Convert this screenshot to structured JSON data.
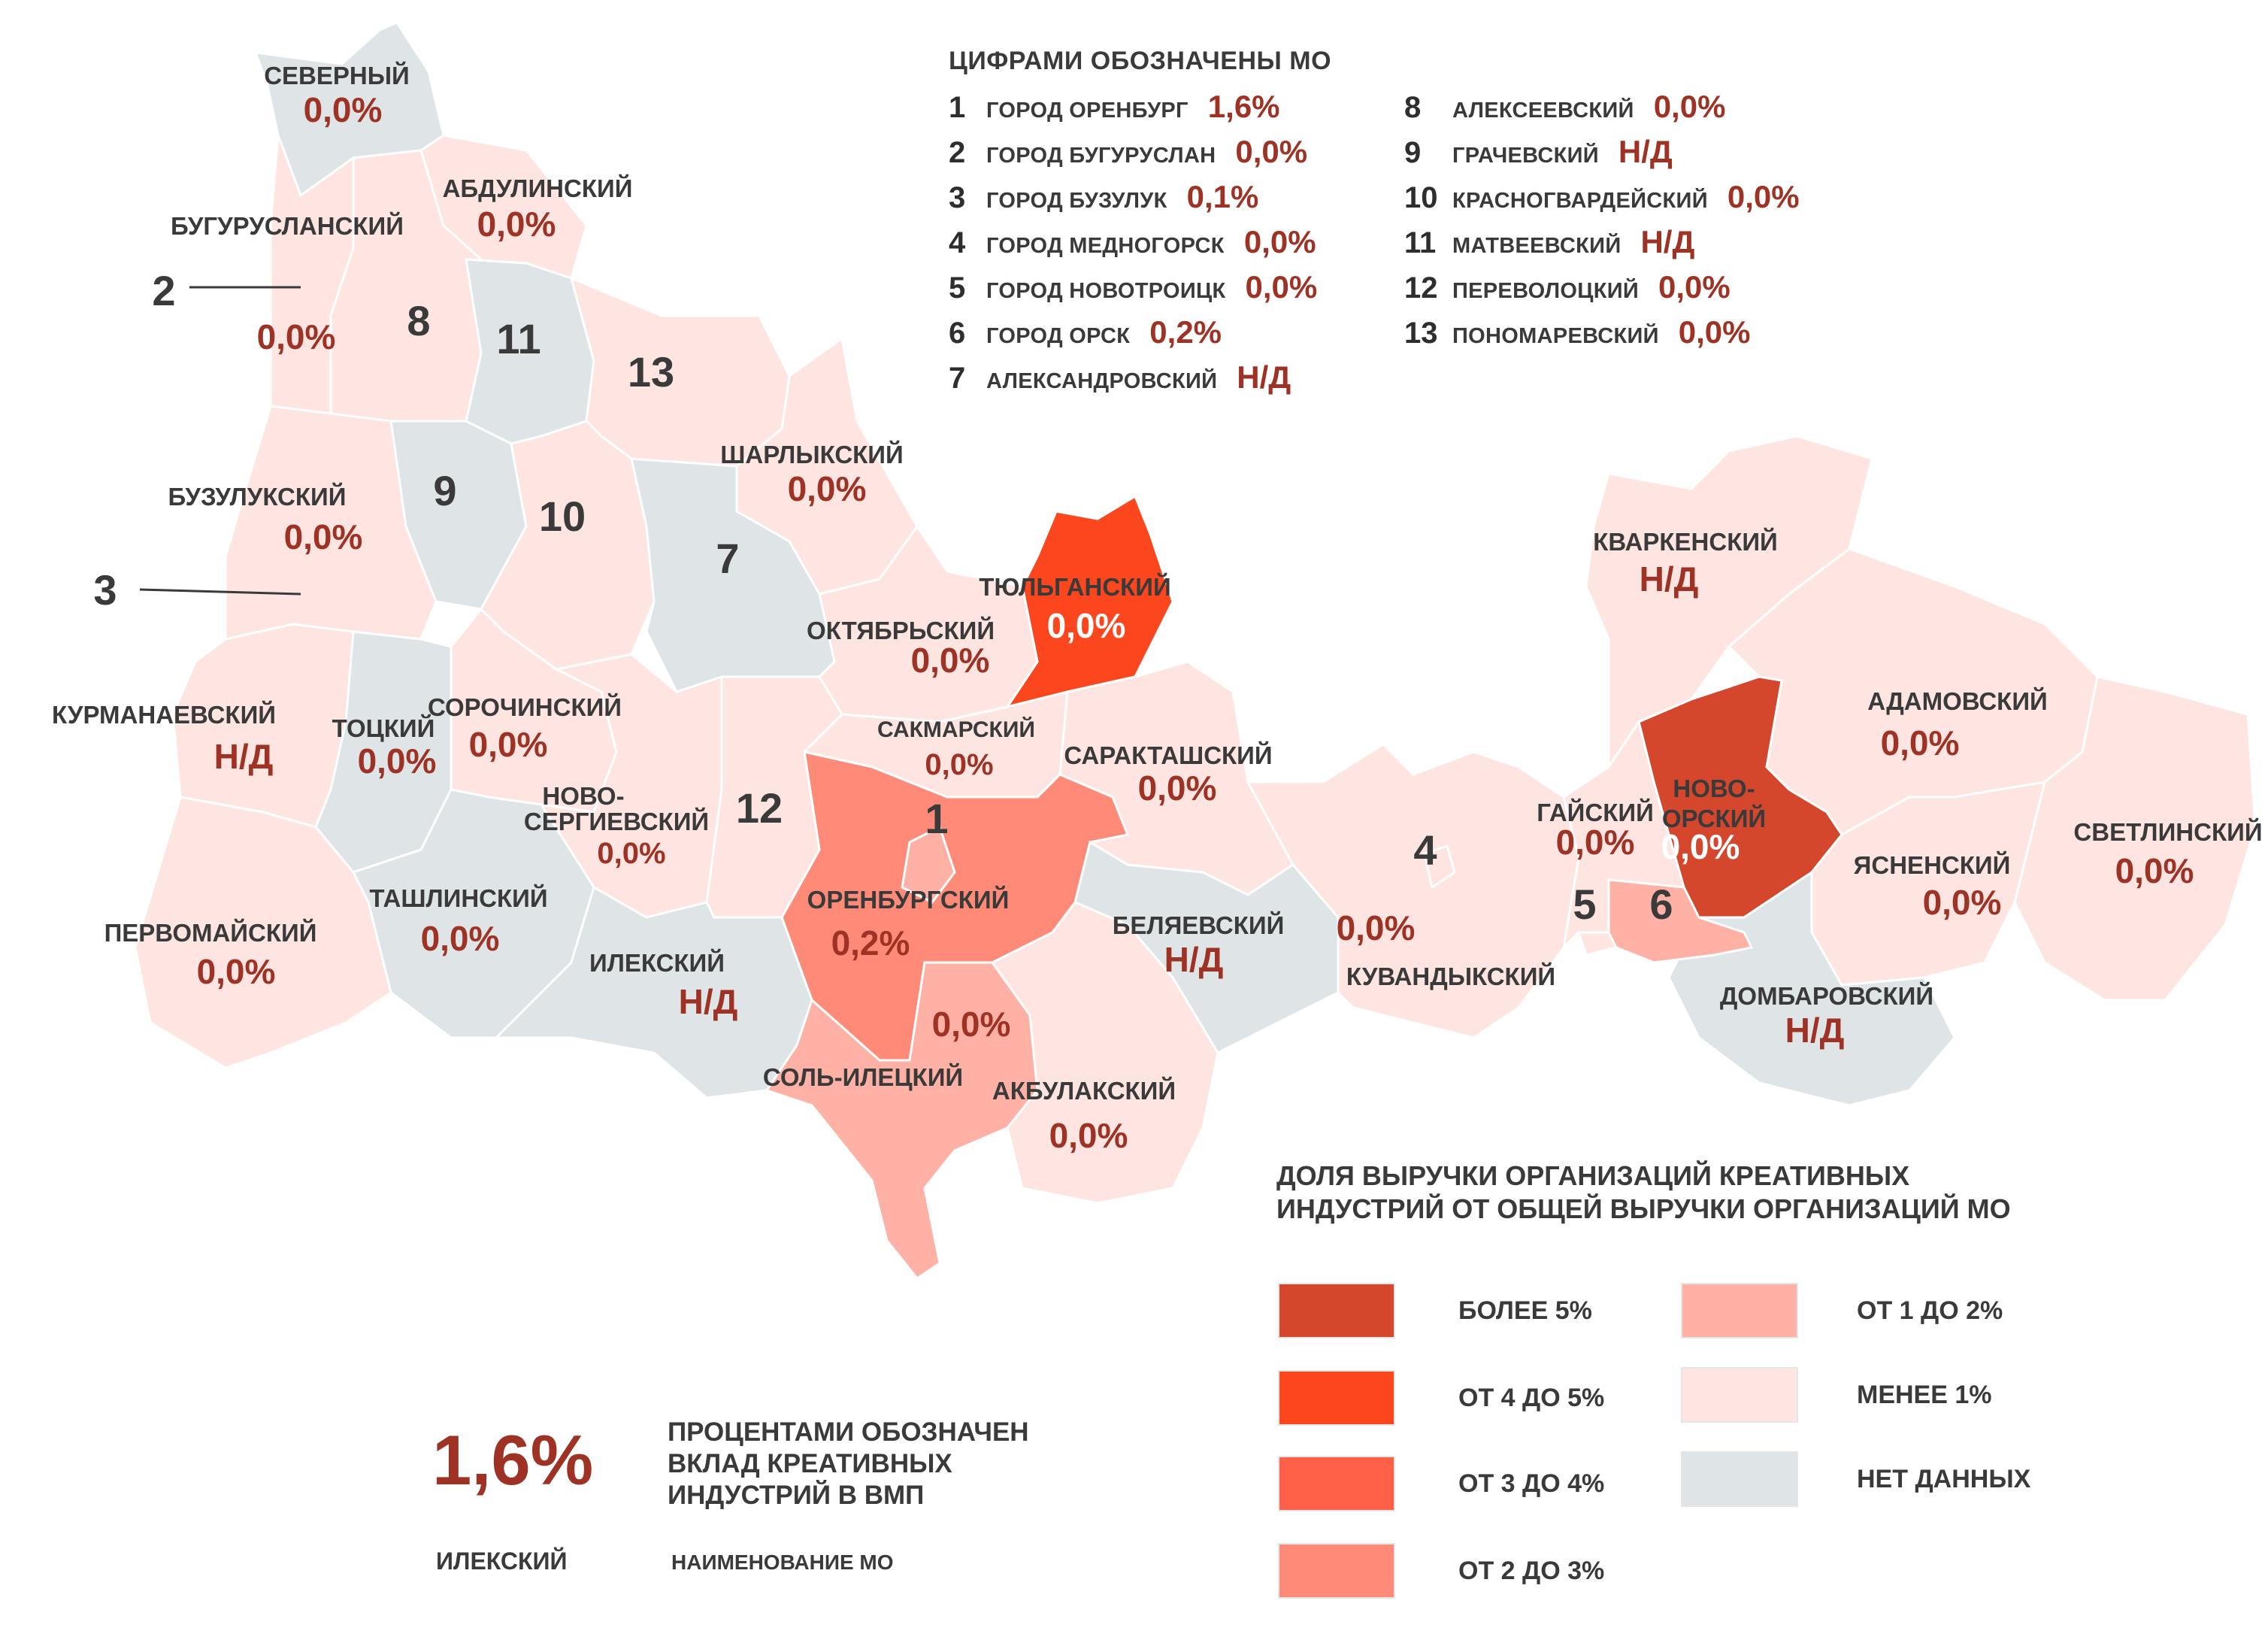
{
  "colors": {
    "more_5": "#d4472c",
    "from_4_to_5": "#fb461e",
    "from_3_to_4": "#ff6048",
    "from_2_to_3": "#ff8a78",
    "from_1_to_2": "#ffb1a6",
    "less_1": "#ffe5e2",
    "no_data": "#dfe4e6",
    "label_dark": "#3a3a3a",
    "value_red": "#9e3325"
  },
  "list_title": "ЦИФРАМИ ОБОЗНАЧЕНЫ МО",
  "numbered_list": [
    {
      "num": "1",
      "name": "ГОРОД ОРЕНБУРГ",
      "value": "1,6%"
    },
    {
      "num": "2",
      "name": "ГОРОД БУГУРУСЛАН",
      "value": "0,0%"
    },
    {
      "num": "3",
      "name": "ГОРОД БУЗУЛУК",
      "value": "0,1%"
    },
    {
      "num": "4",
      "name": "ГОРОД МЕДНОГОРСК",
      "value": "0,0%"
    },
    {
      "num": "5",
      "name": "ГОРОД НОВОТРОИЦК",
      "value": "0,0%"
    },
    {
      "num": "6",
      "name": "ГОРОД ОРСК",
      "value": "0,2%"
    },
    {
      "num": "7",
      "name": "АЛЕКСАНДРОВСКИЙ",
      "value": "Н/Д"
    },
    {
      "num": "8",
      "name": "АЛЕКСЕЕВСКИЙ",
      "value": "0,0%"
    },
    {
      "num": "9",
      "name": "ГРАЧЕВСКИЙ",
      "value": "Н/Д"
    },
    {
      "num": "10",
      "name": "КРАСНОГВАРДЕЙСКИЙ",
      "value": "0,0%"
    },
    {
      "num": "11",
      "name": "МАТВЕЕВСКИЙ",
      "value": "Н/Д"
    },
    {
      "num": "12",
      "name": "ПЕРЕВОЛОЦКИЙ",
      "value": "0,0%"
    },
    {
      "num": "13",
      "name": "ПОНОМАРЕВСКИЙ",
      "value": "0,0%"
    }
  ],
  "regions": [
    {
      "id": "severny",
      "name": "СЕВЕРНЫЙ",
      "value": "0,0%",
      "category": "no_data"
    },
    {
      "id": "abdulinsky",
      "name": "АБДУЛИНСКИЙ",
      "value": "0,0%",
      "category": "less_1"
    },
    {
      "id": "buguruslansky",
      "name": "БУГУРУСЛАНСКИЙ",
      "value": "0,0%",
      "category": "less_1"
    },
    {
      "id": "buzuluksky",
      "name": "БУЗУЛУКСКИЙ",
      "value": "0,0%",
      "category": "less_1"
    },
    {
      "id": "sharlyksky",
      "name": "ШАРЛЫКСКИЙ",
      "value": "0,0%",
      "category": "less_1"
    },
    {
      "id": "tyulgansky",
      "name": "ТЮЛЬГАНСКИЙ",
      "value": "0,0%",
      "category": "from_4_to_5"
    },
    {
      "id": "kvarkensky",
      "name": "КВАРКЕНСКИЙ",
      "value": "Н/Д",
      "category": "less_1"
    },
    {
      "id": "oktyabrsky",
      "name": "ОКТЯБРЬСКИЙ",
      "value": "0,0%",
      "category": "less_1"
    },
    {
      "id": "kurmanaevsky",
      "name": "КУРМАНАЕВСКИЙ",
      "value": "Н/Д",
      "category": "less_1"
    },
    {
      "id": "totsky",
      "name": "ТОЦКИЙ",
      "value": "0,0%",
      "category": "no_data"
    },
    {
      "id": "sorochinsky",
      "name": "СОРОЧИНСКИЙ",
      "value": "0,0%",
      "category": "less_1"
    },
    {
      "id": "sakmarsky",
      "name": "САКМАРСКИЙ",
      "value": "0,0%",
      "category": "less_1"
    },
    {
      "id": "saraktashsky",
      "name": "САРАКТАШСКИЙ",
      "value": "0,0%",
      "category": "less_1"
    },
    {
      "id": "adamovsky",
      "name": "АДАМОВСКИЙ",
      "value": "0,0%",
      "category": "less_1"
    },
    {
      "id": "novoorsky",
      "name": "НОВО-ОРСКИЙ",
      "name_line1": "НОВО-",
      "name_line2": "ОРСКИЙ",
      "value": "0,0%",
      "category": "more_5"
    },
    {
      "id": "gaisky",
      "name": "ГАЙСКИЙ",
      "value": "0,0%",
      "category": "less_1"
    },
    {
      "id": "svetlinsky",
      "name": "СВЕТЛИНСКИЙ",
      "value": "0,0%",
      "category": "less_1"
    },
    {
      "id": "novosergievsky",
      "name": "НОВО-СЕРГИЕВСКИЙ",
      "name_line1": "НОВО-",
      "name_line2": "СЕРГИЕВСКИЙ",
      "value": "0,0%",
      "category": "less_1"
    },
    {
      "id": "orenburgsky",
      "name": "ОРЕНБУРГСКИЙ",
      "value": "0,2%",
      "category": "from_2_to_3"
    },
    {
      "id": "tashlinsky",
      "name": "ТАШЛИНСКИЙ",
      "value": "0,0%",
      "category": "no_data"
    },
    {
      "id": "pervomaisky",
      "name": "ПЕРВОМАЙСКИЙ",
      "value": "0,0%",
      "category": "less_1"
    },
    {
      "id": "ileksky",
      "name": "ИЛЕКСКИЙ",
      "value": "Н/Д",
      "category": "no_data"
    },
    {
      "id": "belyaevsky",
      "name": "БЕЛЯЕВСКИЙ",
      "value": "Н/Д",
      "category": "no_data"
    },
    {
      "id": "kuvandyksky",
      "name": "КУВАНДЫКСКИЙ",
      "value": "0,0%",
      "category": "less_1"
    },
    {
      "id": "yasnensky",
      "name": "ЯСНЕНСКИЙ",
      "value": "0,0%",
      "category": "less_1"
    },
    {
      "id": "dombarovsky",
      "name": "ДОМБАРОВСКИЙ",
      "value": "Н/Д",
      "category": "no_data"
    },
    {
      "id": "sol_iletsky",
      "name": "СОЛЬ-ИЛЕЦКИЙ",
      "value": "0,0%",
      "category": "from_1_to_2"
    },
    {
      "id": "akbulaksky",
      "name": "АКБУЛАКСКИЙ",
      "value": "0,0%",
      "category": "less_1"
    },
    {
      "id": "alekseevsky",
      "num": "8",
      "category": "less_1"
    },
    {
      "id": "matveevsky",
      "num": "11",
      "category": "no_data"
    },
    {
      "id": "ponomarevsky",
      "num": "13",
      "category": "less_1"
    },
    {
      "id": "grachevsky",
      "num": "9",
      "category": "no_data"
    },
    {
      "id": "krasnogvardeysky",
      "num": "10",
      "category": "less_1"
    },
    {
      "id": "aleksandrovsky",
      "num": "7",
      "category": "no_data"
    },
    {
      "id": "perevolotsky",
      "num": "12",
      "category": "less_1"
    },
    {
      "id": "orenburg_city",
      "num": "1",
      "category": "from_1_to_2"
    },
    {
      "id": "mednogorsk_city",
      "num": "4",
      "category": "less_1"
    },
    {
      "id": "novotroitsk_city",
      "num": "5",
      "category": "less_1"
    },
    {
      "id": "orsk_city",
      "num": "6",
      "category": "from_1_to_2"
    }
  ],
  "callouts": [
    {
      "num": "2"
    },
    {
      "num": "3"
    }
  ],
  "legend": {
    "title": "ДОЛЯ ВЫРУЧКИ ОРГАНИЗАЦИЙ КРЕАТИВНЫХ ИНДУСТРИЙ ОТ ОБЩЕЙ ВЫРУЧКИ ОРГАНИЗАЦИЙ МО",
    "items": [
      {
        "key": "more_5",
        "label": "БОЛЕЕ 5%"
      },
      {
        "key": "from_4_to_5",
        "label": "ОТ 4 ДО 5%"
      },
      {
        "key": "from_3_to_4",
        "label": "ОТ 3 ДО 4%"
      },
      {
        "key": "from_2_to_3",
        "label": "ОТ 2 ДО 3%"
      },
      {
        "key": "from_1_to_2",
        "label": "ОТ 1 ДО 2%"
      },
      {
        "key": "less_1",
        "label": "МЕНЕЕ 1%"
      },
      {
        "key": "no_data",
        "label": "НЕТ ДАННЫХ"
      }
    ]
  },
  "note": {
    "example_value": "1,6%",
    "value_explanation": "ПРОЦЕНТАМИ ОБОЗНАЧЕН ВКЛАД КРЕАТИВНЫХ ИНДУСТРИЙ В ВМП",
    "example_name": "ИЛЕКСКИЙ",
    "name_explanation": "НАИМЕНОВАНИЕ МО"
  }
}
